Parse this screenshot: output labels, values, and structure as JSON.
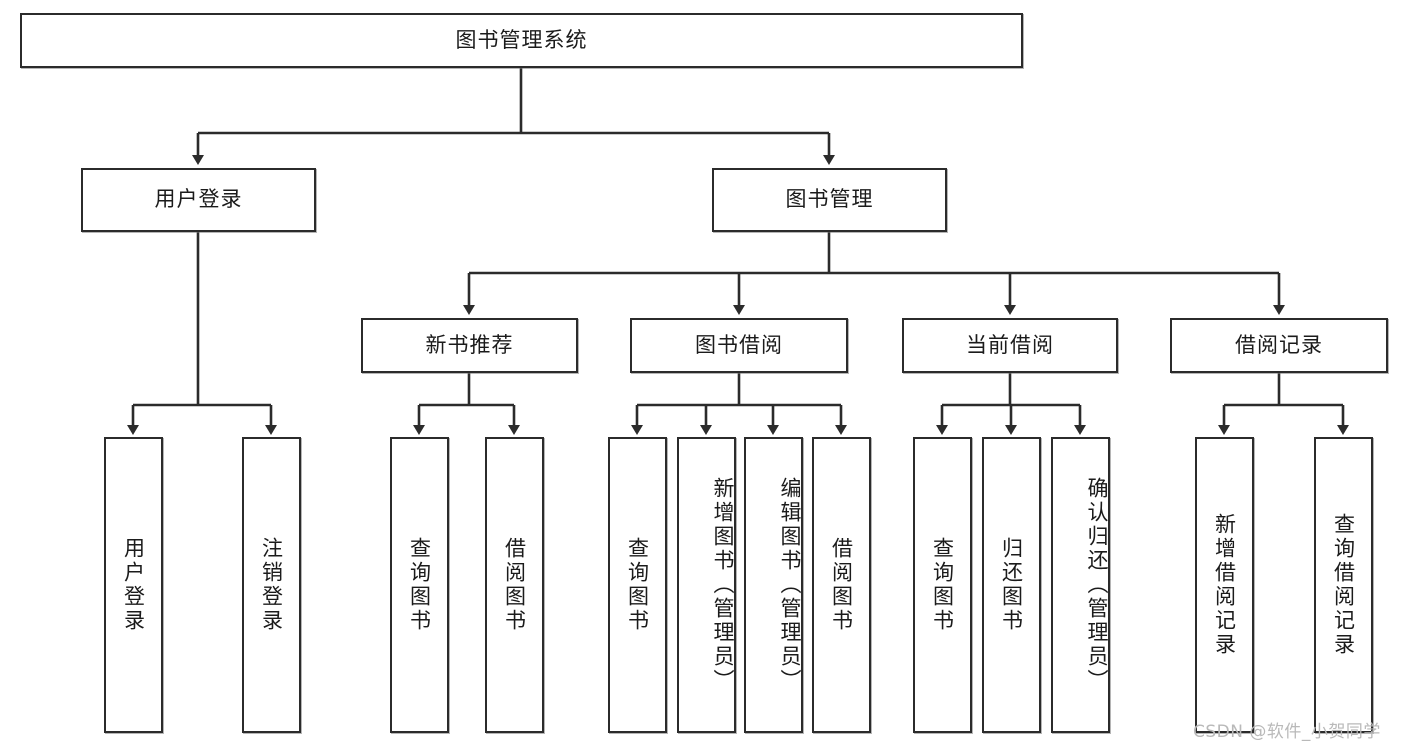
{
  "diagram": {
    "title": "图书管理系统",
    "type": "hierarchy-tree",
    "root": {
      "label": "图书管理系统"
    },
    "level1": [
      {
        "label": "用户登录"
      },
      {
        "label": "图书管理"
      }
    ],
    "level2": [
      {
        "label": "新书推荐"
      },
      {
        "label": "图书借阅"
      },
      {
        "label": "当前借阅"
      },
      {
        "label": "借阅记录"
      }
    ],
    "leaves": {
      "user_login": [
        {
          "label": "用户登录"
        },
        {
          "label": "注销登录"
        }
      ],
      "new_book_recommend": [
        {
          "label": "查询图书"
        },
        {
          "label": "借阅图书"
        }
      ],
      "book_borrow": [
        {
          "label": "查询图书"
        },
        {
          "label": "新增图书（管理员）"
        },
        {
          "label": "编辑图书（管理员）"
        },
        {
          "label": "借阅图书"
        }
      ],
      "current_borrow": [
        {
          "label": "查询图书"
        },
        {
          "label": "归还图书"
        },
        {
          "label": "确认归还（管理员）"
        }
      ],
      "borrow_record": [
        {
          "label": "新增借阅记录"
        },
        {
          "label": "查询借阅记录"
        }
      ]
    }
  },
  "watermark": {
    "text": "CSDN @软件_小贺同学"
  },
  "colors": {
    "stroke": "#2b2b2b",
    "fill": "#ffffff",
    "text": "#1b1b1b",
    "watermark": "#b9b9b9"
  }
}
